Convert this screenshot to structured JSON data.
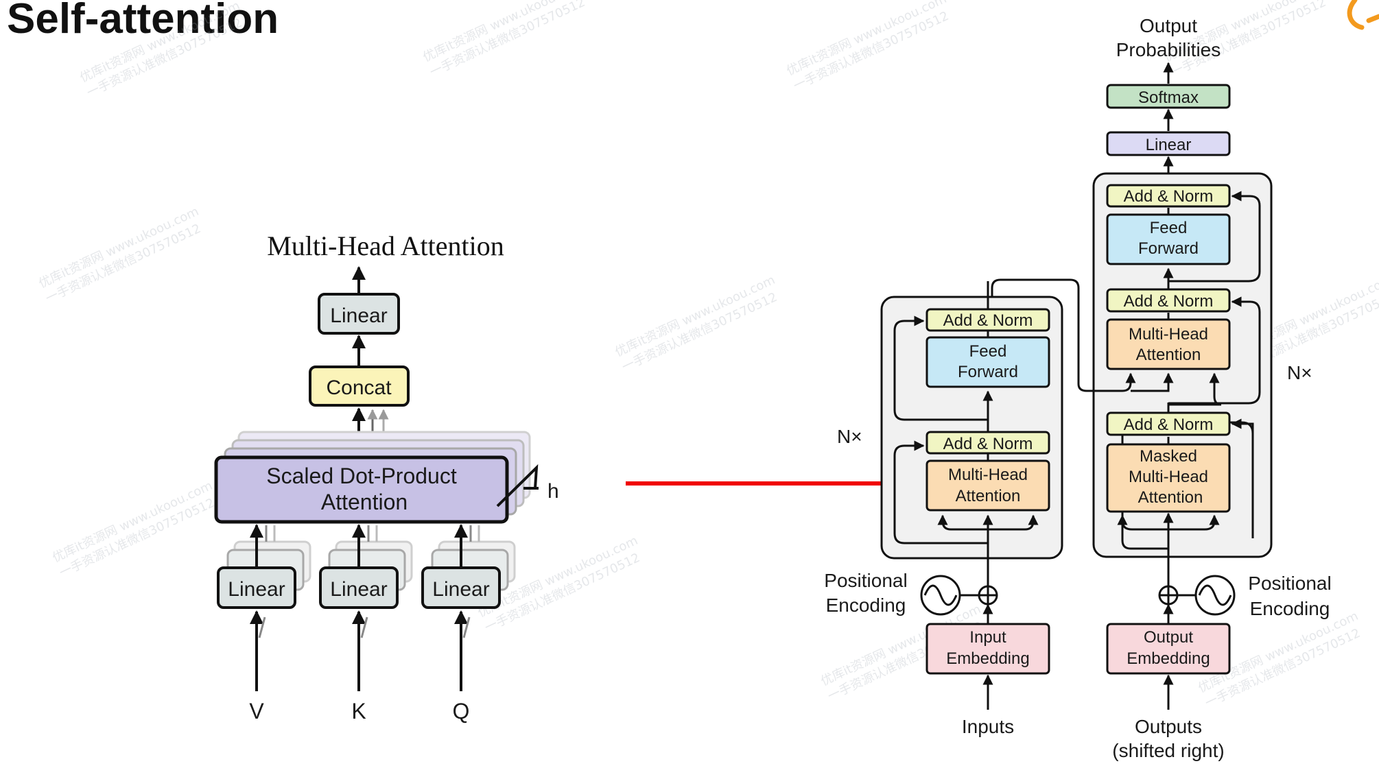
{
  "slide": {
    "title": "Self-attention"
  },
  "multi_head": {
    "title": "Multi-Head Attention",
    "linear_top": "Linear",
    "concat": "Concat",
    "sdpa_line1": "Scaled Dot-Product",
    "sdpa_line2": "Attention",
    "heads_label": "h",
    "linear_v": "Linear",
    "linear_k": "Linear",
    "linear_q": "Linear",
    "input_v": "V",
    "input_k": "K",
    "input_q": "Q"
  },
  "transformer": {
    "output_probs_1": "Output",
    "output_probs_2": "Probabilities",
    "softmax": "Softmax",
    "linear": "Linear",
    "decoder": {
      "add_norm_top": "Add & Norm",
      "ff_line1": "Feed",
      "ff_line2": "Forward",
      "add_norm_mid": "Add & Norm",
      "mha_line1": "Multi-Head",
      "mha_line2": "Attention",
      "add_norm_bottom": "Add & Norm",
      "masked_line1": "Masked",
      "masked_line2": "Multi-Head",
      "masked_line3": "Attention",
      "repeat": "N×"
    },
    "encoder": {
      "add_norm_top": "Add & Norm",
      "ff_line1": "Feed",
      "ff_line2": "Forward",
      "add_norm_bottom": "Add & Norm",
      "mha_line1": "Multi-Head",
      "mha_line2": "Attention",
      "repeat": "N×"
    },
    "enc_pos_1": "Positional",
    "enc_pos_2": "Encoding",
    "dec_pos_1": "Positional",
    "dec_pos_2": "Encoding",
    "input_emb_1": "Input",
    "input_emb_2": "Embedding",
    "output_emb_1": "Output",
    "output_emb_2": "Embedding",
    "inputs": "Inputs",
    "outputs_1": "Outputs",
    "outputs_2": "(shifted right)"
  },
  "watermark": {
    "line1": "优库it资源网 www.ukoou.com",
    "line2": "一手资源认准微信307570512"
  },
  "colors": {
    "linear": "#dce3e3",
    "concat": "#fbf4b9",
    "sdpa": "#c7c1e5",
    "softmax": "#c3e2c5",
    "final_linear": "#dcdaf4",
    "add_norm": "#f1f5c3",
    "feed_forward": "#c6e8f6",
    "attention": "#fbdcb3",
    "embedding": "#f8d8dc",
    "container": "#f1f1f1",
    "pointer": "#f00000"
  }
}
